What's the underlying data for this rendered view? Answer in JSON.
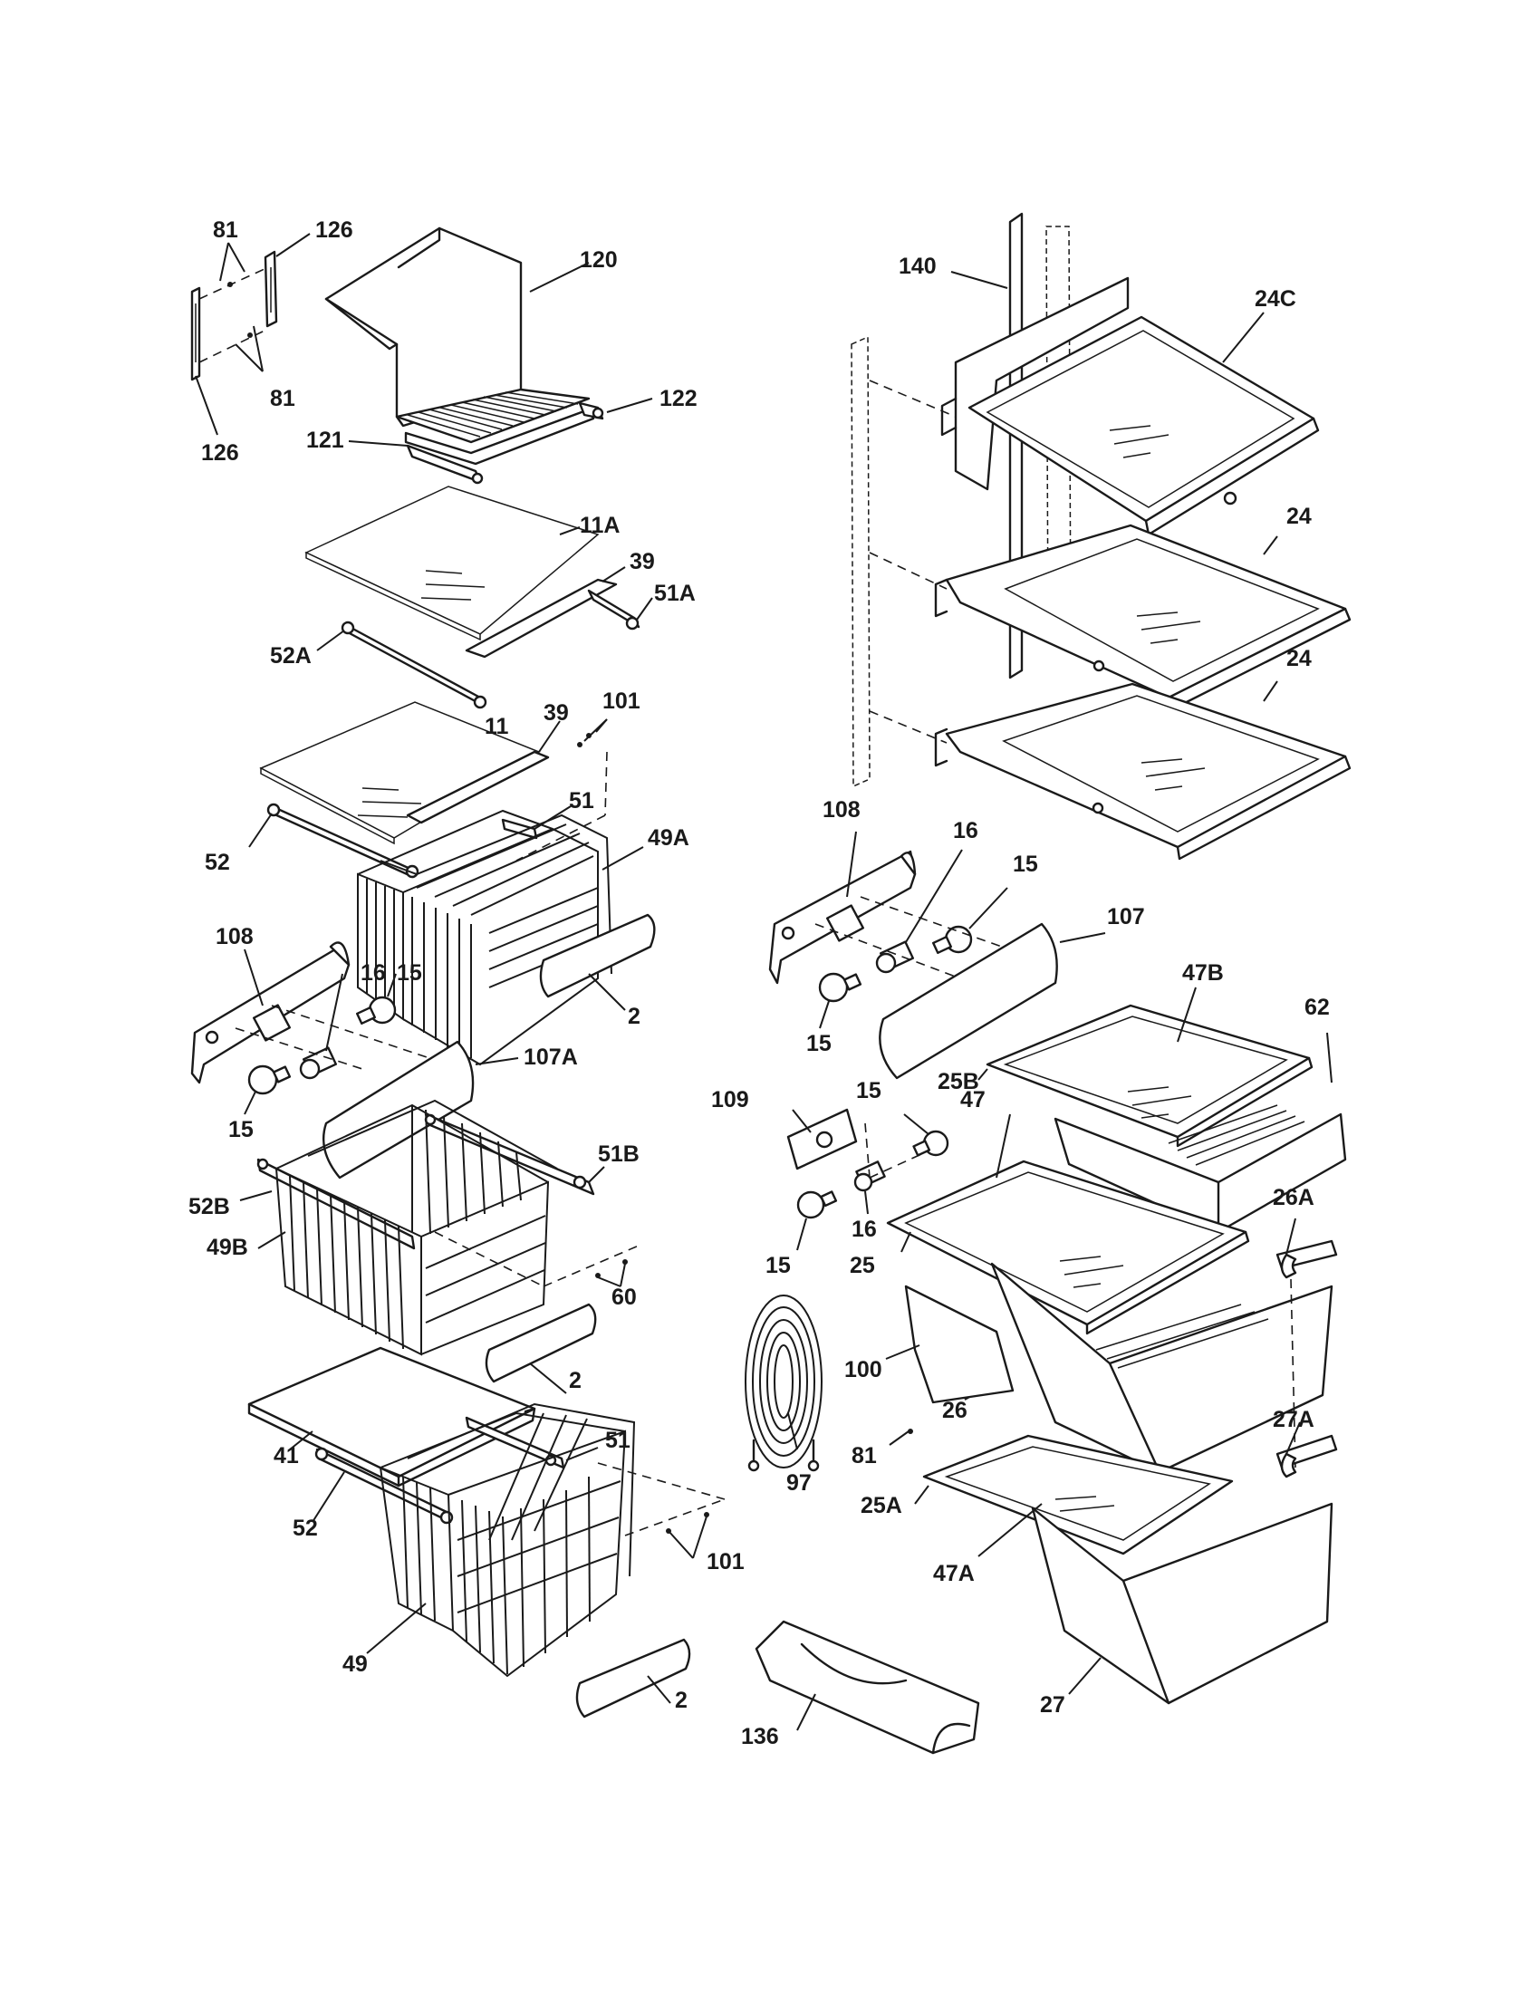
{
  "callouts": [
    {
      "id": "c81a",
      "text": "81"
    },
    {
      "id": "c126a",
      "text": "126"
    },
    {
      "id": "c120",
      "text": "120"
    },
    {
      "id": "c81b",
      "text": "81"
    },
    {
      "id": "c122",
      "text": "122"
    },
    {
      "id": "c121",
      "text": "121"
    },
    {
      "id": "c126b",
      "text": "126"
    },
    {
      "id": "c11A",
      "text": "11A"
    },
    {
      "id": "c39a",
      "text": "39"
    },
    {
      "id": "c51A",
      "text": "51A"
    },
    {
      "id": "c52A",
      "text": "52A"
    },
    {
      "id": "c101a",
      "text": "101"
    },
    {
      "id": "c39b",
      "text": "39"
    },
    {
      "id": "c11",
      "text": "11"
    },
    {
      "id": "c51a",
      "text": "51"
    },
    {
      "id": "c52a",
      "text": "52"
    },
    {
      "id": "c49A",
      "text": "49A"
    },
    {
      "id": "c108a",
      "text": "108"
    },
    {
      "id": "c16a",
      "text": "16"
    },
    {
      "id": "c15a",
      "text": "15"
    },
    {
      "id": "c107A",
      "text": "107A"
    },
    {
      "id": "c2a",
      "text": "2"
    },
    {
      "id": "c15b",
      "text": "15"
    },
    {
      "id": "c51B",
      "text": "51B"
    },
    {
      "id": "c52B",
      "text": "52B"
    },
    {
      "id": "c49B",
      "text": "49B"
    },
    {
      "id": "c60",
      "text": "60"
    },
    {
      "id": "c2b",
      "text": "2"
    },
    {
      "id": "c41",
      "text": "41"
    },
    {
      "id": "c51b",
      "text": "51"
    },
    {
      "id": "c52b",
      "text": "52"
    },
    {
      "id": "c101b",
      "text": "101"
    },
    {
      "id": "c49",
      "text": "49"
    },
    {
      "id": "c2c",
      "text": "2"
    },
    {
      "id": "c140",
      "text": "140"
    },
    {
      "id": "c24C",
      "text": "24C"
    },
    {
      "id": "c24a",
      "text": "24"
    },
    {
      "id": "c24b",
      "text": "24"
    },
    {
      "id": "c108b",
      "text": "108"
    },
    {
      "id": "c16b",
      "text": "16"
    },
    {
      "id": "c15c",
      "text": "15"
    },
    {
      "id": "c107",
      "text": "107"
    },
    {
      "id": "c15d",
      "text": "15"
    },
    {
      "id": "c47B",
      "text": "47B"
    },
    {
      "id": "c62",
      "text": "62"
    },
    {
      "id": "c25B",
      "text": "25B"
    },
    {
      "id": "c109",
      "text": "109"
    },
    {
      "id": "c15e",
      "text": "15"
    },
    {
      "id": "c47",
      "text": "47"
    },
    {
      "id": "c16c",
      "text": "16"
    },
    {
      "id": "c15f",
      "text": "15"
    },
    {
      "id": "c25",
      "text": "25"
    },
    {
      "id": "c26A",
      "text": "26A"
    },
    {
      "id": "c100",
      "text": "100"
    },
    {
      "id": "c26",
      "text": "26"
    },
    {
      "id": "c97",
      "text": "97"
    },
    {
      "id": "c81c",
      "text": "81"
    },
    {
      "id": "c27A",
      "text": "27A"
    },
    {
      "id": "c25A",
      "text": "25A"
    },
    {
      "id": "c47A",
      "text": "47A"
    },
    {
      "id": "c136",
      "text": "136"
    },
    {
      "id": "c27",
      "text": "27"
    }
  ]
}
